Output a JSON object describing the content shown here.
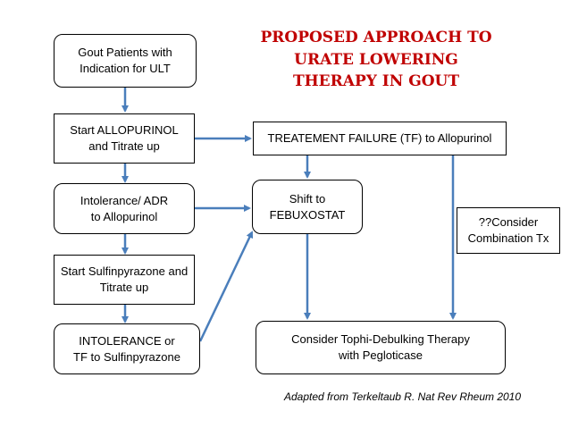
{
  "title": "PROPOSED APPROACH TO\nURATE LOWERING\nTHERAPY IN GOUT",
  "citation": "Adapted from Terkeltaub R. Nat Rev Rheum 2010",
  "boxes": {
    "gout_patients": "Gout Patients with\nIndication for ULT",
    "start_allopurinol": "Start ALLOPURINOL\nand Titrate up",
    "intolerance_allopurinol": "Intolerance/ ADR\nto Allopurinol",
    "start_sulfinpyrazone": "Start Sulfinpyrazone and\nTitrate up",
    "intolerance_sulfinpyrazone": "INTOLERANCE or\nTF to Sulfinpyrazone",
    "treatment_failure": "TREATEMENT FAILURE (TF) to Allopurinol",
    "shift_febuxostat": "Shift to\nFEBUXOSTAT",
    "consider_combination": "??Consider\nCombination Tx",
    "consider_pegloticase": "Consider Tophi-Debulking Therapy\nwith Pegloticase"
  },
  "colors": {
    "arrow": "#4a7ebb",
    "title": "#c00000",
    "border": "#000000"
  }
}
